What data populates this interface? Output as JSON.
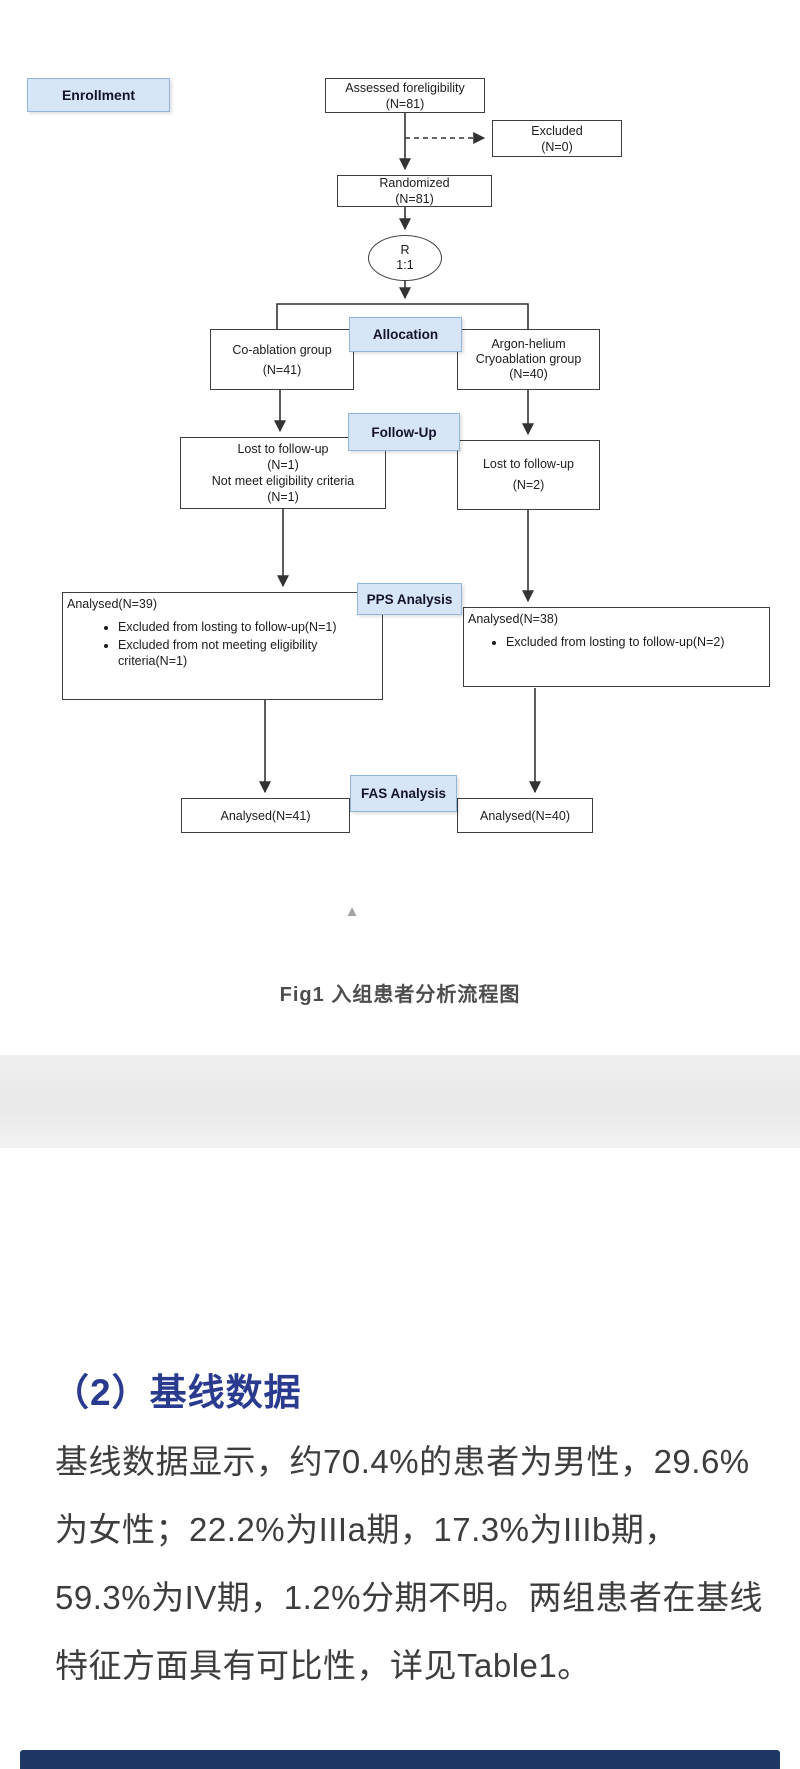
{
  "flowchart": {
    "stages": {
      "enrollment": "Enrollment",
      "allocation": "Allocation",
      "followup": "Follow-Up",
      "pps": "PPS Analysis",
      "fas": "FAS Analysis"
    },
    "nodes": {
      "assessed": {
        "line1": "Assessed foreligibility",
        "line2": "(N=81)"
      },
      "excluded": {
        "line1": "Excluded",
        "line2": "(N=0)"
      },
      "randomized": {
        "line1": "Randomized",
        "line2": "(N=81)"
      },
      "randomization_ratio": {
        "line1": "R",
        "line2": "1:1"
      },
      "left_group": {
        "line1": "Co-ablation group",
        "line2": "(N=41)"
      },
      "right_group": {
        "line1": "Argon-helium",
        "line2": "Cryoablation group",
        "line3": "(N=40)"
      },
      "left_followup": {
        "line1": "Lost to follow-up",
        "line2": "(N=1)",
        "line3": "Not meet eligibility criteria",
        "line4": "(N=1)"
      },
      "right_followup": {
        "line1": "Lost to follow-up",
        "line2": "(N=2)"
      },
      "left_pps": {
        "title": "Analysed(N=39)",
        "bullets": [
          "Excluded from losting to follow-up(N=1)",
          "Excluded from not meeting eligibility criteria(N=1)"
        ]
      },
      "right_pps": {
        "title": "Analysed(N=38)",
        "bullets": [
          "Excluded from losting to follow-up(N=2)"
        ]
      },
      "left_fas": {
        "label": "Analysed(N=41)"
      },
      "right_fas": {
        "label": "Analysed(N=40)"
      }
    },
    "caption": "Fig1 入组患者分析流程图"
  },
  "icons": {
    "collapse_triangle": "▲"
  },
  "article": {
    "heading": "（2）基线数据",
    "paragraph_lines": {
      "l1": "基线数据显示，约70.4%的患者为男性，29.6%",
      "l2": "为女性；22.2%为IIIa期，17.3%为IIIb期，",
      "l3": "59.3%为IV期，1.2%分期不明。两组患者在基线",
      "l4": "特征方面具有可比性，详见Table1。"
    }
  },
  "colors": {
    "stage_fill": "#d7e6f7",
    "stage_border": "#93b5da",
    "heading": "#2a3b8f",
    "table_bar": "#1e3765",
    "box_border": "#3d3d3d"
  }
}
